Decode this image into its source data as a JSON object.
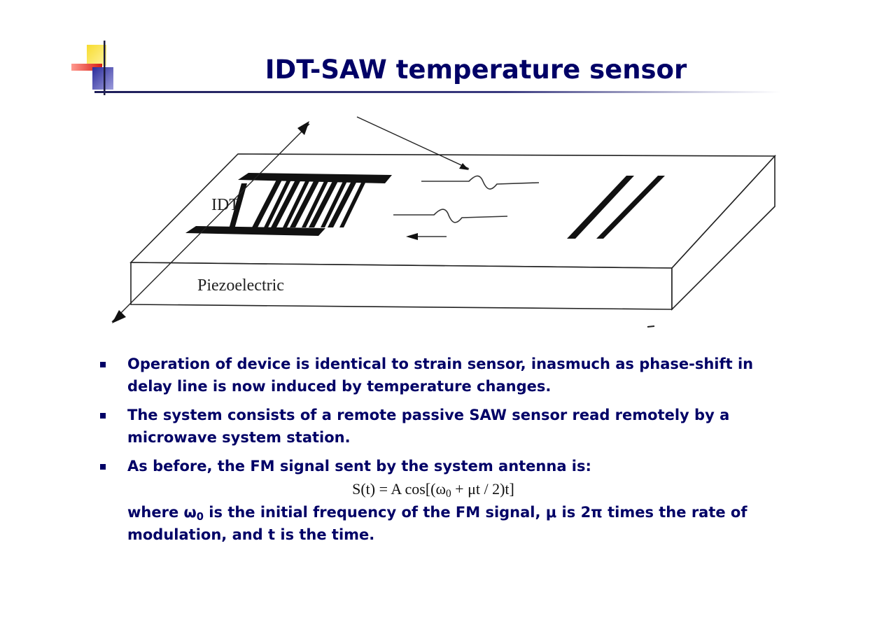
{
  "slide": {
    "title": "IDT-SAW temperature sensor"
  },
  "figure": {
    "idt_label": "IDT",
    "substrate_label": "Piezoelectric"
  },
  "bullets": [
    {
      "text": "Operation of device is identical to strain sensor, inasmuch as phase-shift in delay line is now induced by temperature changes."
    },
    {
      "text": "The system consists of a remote passive SAW sensor read remotely by a microwave system station."
    },
    {
      "text": "As before, the FM signal sent by the system antenna is:"
    }
  ],
  "formula": {
    "lhs": "S(t) = A cos[(ω",
    "sub": "0",
    "rhs": " + μt / 2)t]"
  },
  "explanation": {
    "part1": "where ω",
    "sub": "0",
    "part2": " is the initial frequency of the FM signal, μ is 2π times the rate of modulation, and t is the time."
  },
  "colors": {
    "title": "#000066",
    "text": "#000066",
    "logo_yellow": "#f5d000",
    "logo_red": "#e8322b",
    "logo_blue": "#3333aa"
  }
}
